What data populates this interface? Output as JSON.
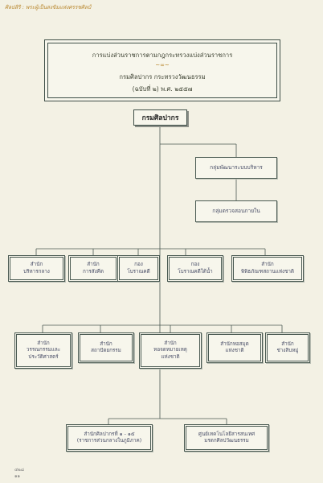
{
  "header": {
    "text": "ศิลปสิริ : พระผู้เป็นสงขิมแห่งศรรชศิลป์"
  },
  "title": {
    "line1": "การแบ่งส่วนราชการตามกฎกระทรวงแบ่งส่วนราชการ",
    "ornament": "~∞~",
    "line2": "กรมศิลปากร กระทรวงวัฒนธรรม",
    "line3": "(ฉบับที่ ๒) พ.ศ. ๒๕๕๗"
  },
  "root": "กรมศิลปากร",
  "staff_units": [
    {
      "name": "กลุ่มพัฒนาระบบบริหาร"
    },
    {
      "name": "กลุ่มตรวจสอบภายใน"
    }
  ],
  "row1": [
    {
      "l1": "สำนัก",
      "l2": "บริหารกลาง"
    },
    {
      "l1": "สำนัก",
      "l2": "การสังคีต"
    },
    {
      "l1": "กอง",
      "l2": "โบราณคดี"
    },
    {
      "l1": "กอง",
      "l2": "โบราณคดีใต้น้ำ"
    },
    {
      "l1": "สำนัก",
      "l2": "พิพิธภัณฑสถานแห่งชาติ"
    }
  ],
  "row2": [
    {
      "l1": "สำนัก",
      "l2": "วรรณกรรมและ",
      "l3": "ประวัติศาสตร์"
    },
    {
      "l1": "สำนัก",
      "l2": "สถาปัตยกรรม",
      "l3": ""
    },
    {
      "l1": "สำนัก",
      "l2": "หอจดหมายเหตุ",
      "l3": "แห่งชาติ"
    },
    {
      "l1": "สำนักหอสมุด",
      "l2": "แห่งชาติ",
      "l3": ""
    },
    {
      "l1": "สำนัก",
      "l2": "ช่างสิบหมู่",
      "l3": ""
    }
  ],
  "row3": [
    {
      "l1": "สำนักศิลปากรที่ ๑ - ๑๕",
      "l2": "(ราชการส่วนกลางในภูมิภาค)"
    },
    {
      "l1": "ศูนย์เทคโนโลยีสารสนเทศ",
      "l2": "มรดกศิลปวัฒนธรรม"
    }
  ],
  "footer": {
    "line1": "๔๒๘",
    "line2": "๑๑"
  }
}
